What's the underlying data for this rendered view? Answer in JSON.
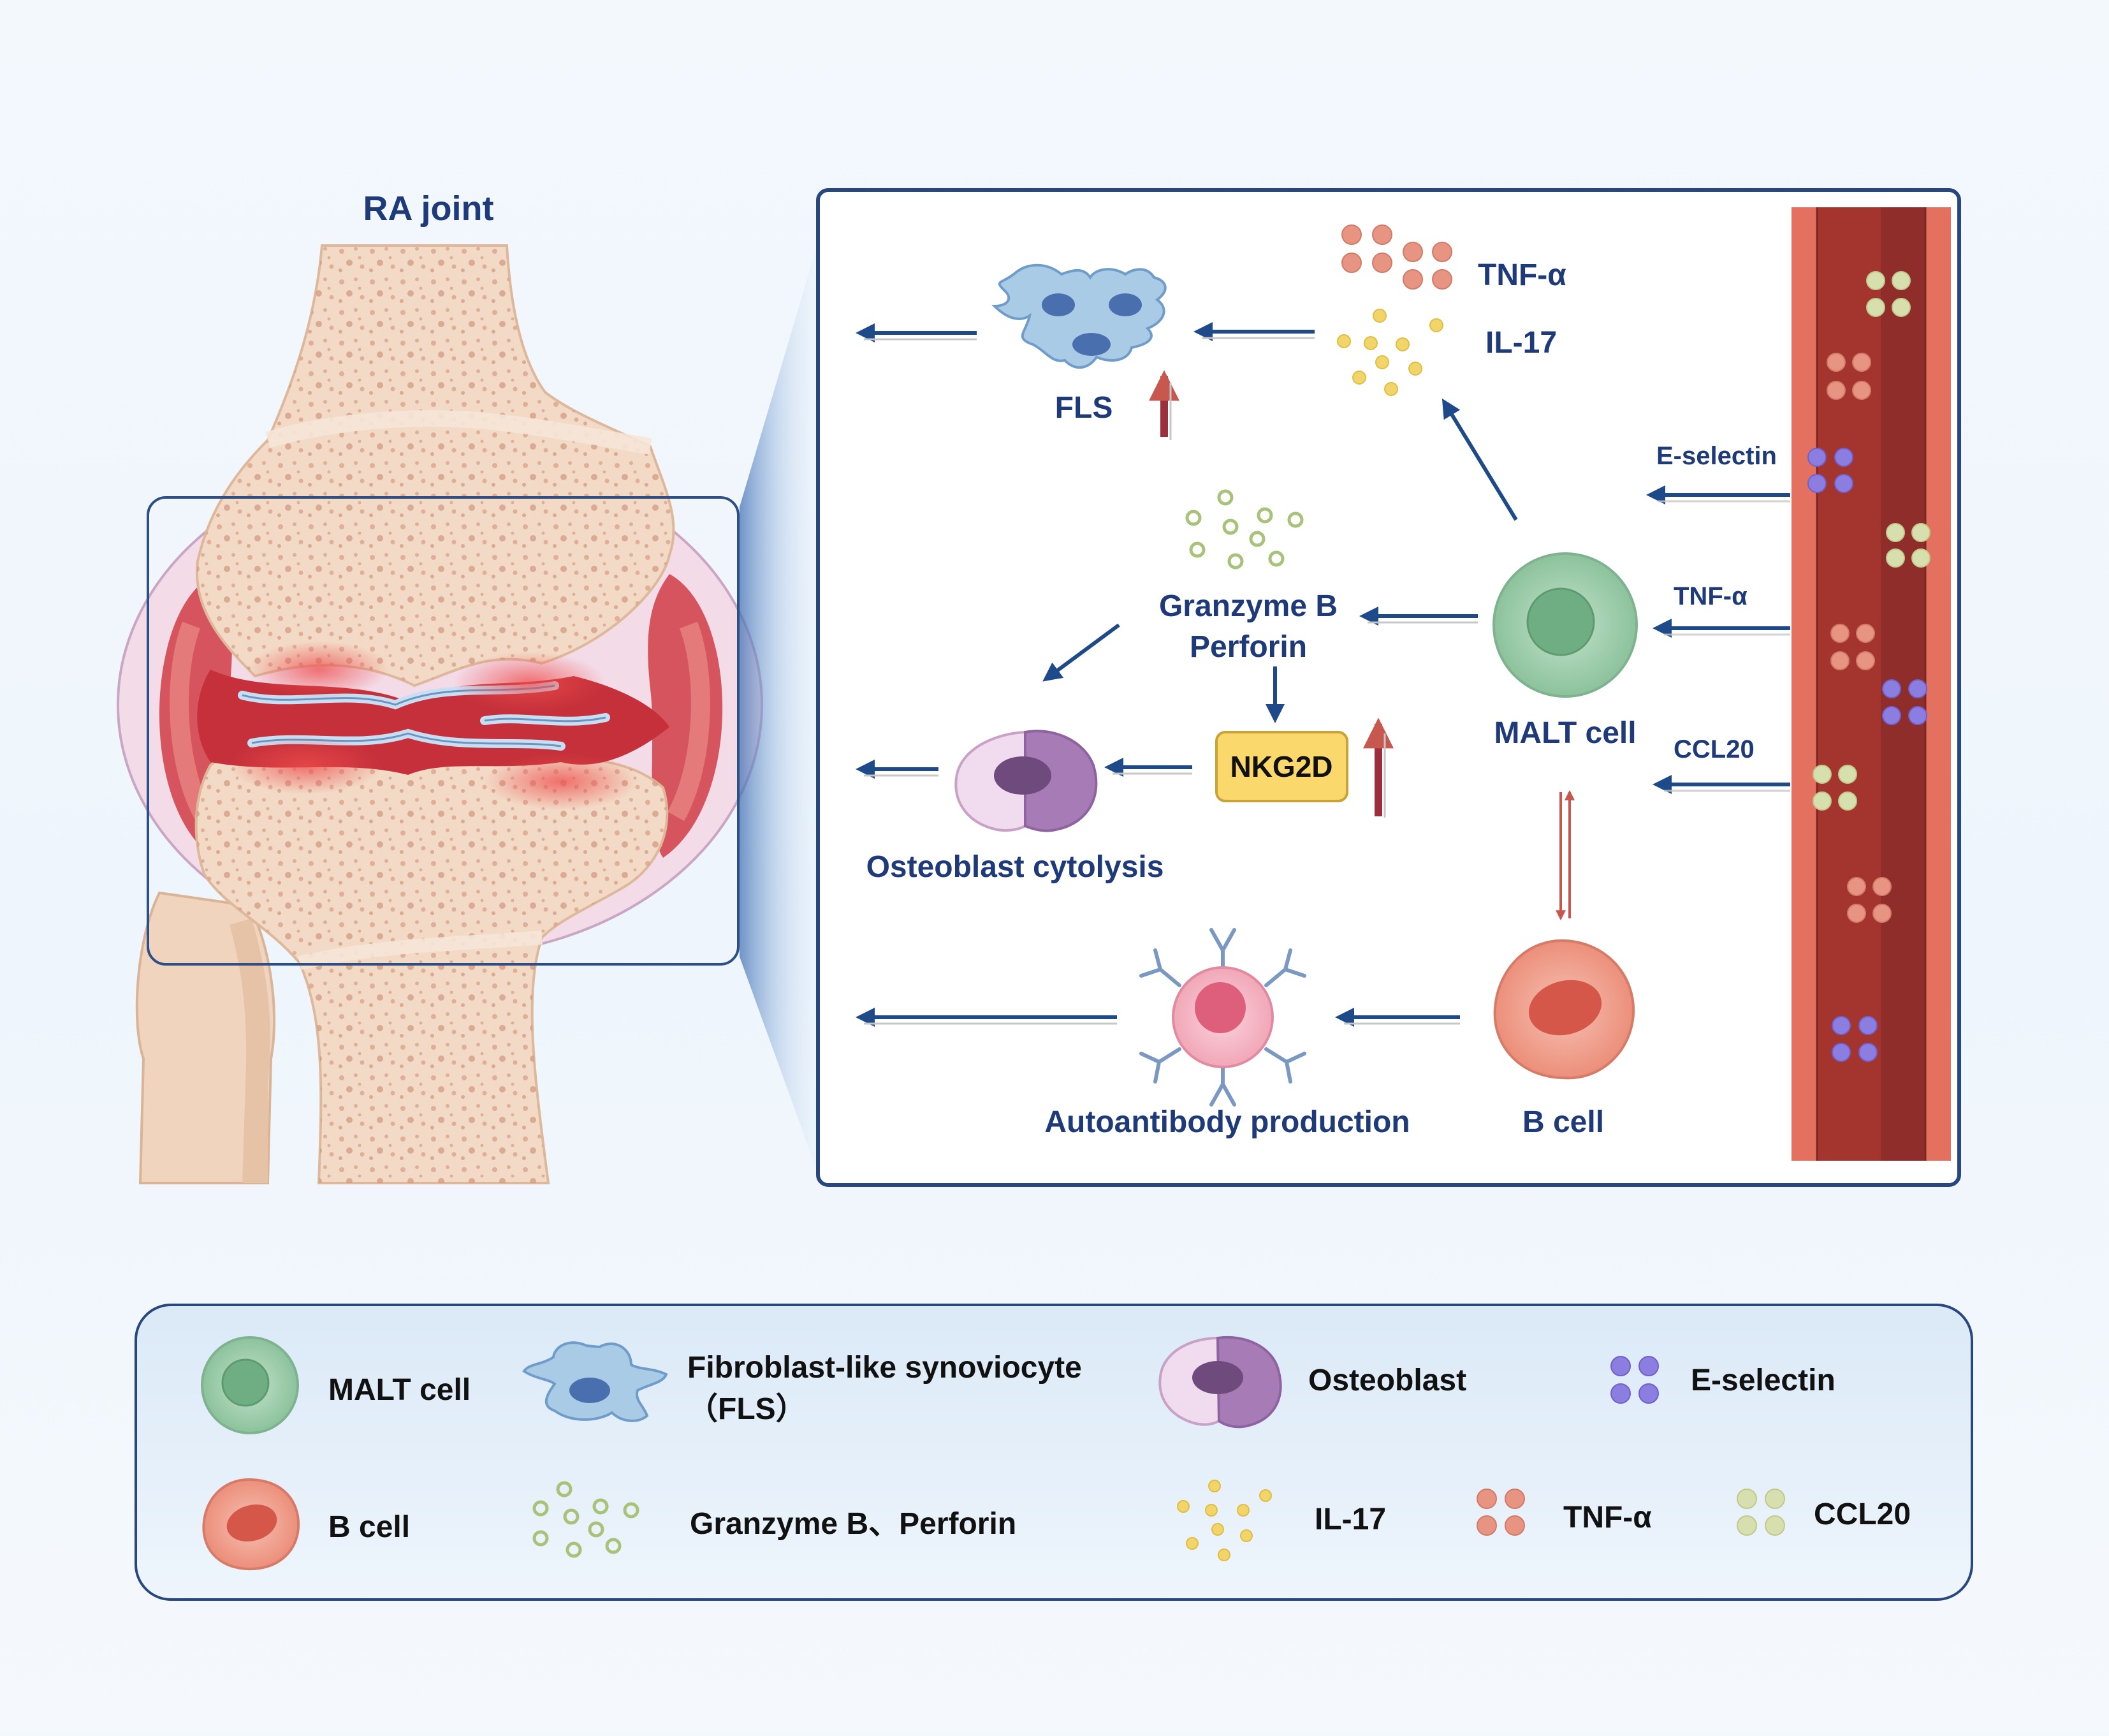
{
  "figure": {
    "joint_title": "RA joint",
    "panel": {
      "tnf_label": "TNF-α",
      "il17_label": "IL-17",
      "fls_label": "FLS",
      "granzyme_label_line1": "Granzyme B",
      "granzyme_label_line2": "Perforin",
      "nkg2d_label": "NKG2D",
      "osteoblast_cytolysis_label": "Osteoblast cytolysis",
      "malt_cell_label": "MALT cell",
      "b_cell_label": "B cell",
      "autoantibody_label": "Autoantibody production",
      "vessel_labels": {
        "e_selectin": "E-selectin",
        "tnf": "TNF-α",
        "ccl20": "CCL20"
      }
    },
    "legend": {
      "malt_cell": "MALT cell",
      "fls_line1": "Fibroblast-like synoviocyte",
      "fls_line2": "（FLS）",
      "osteoblast": "Osteoblast",
      "e_selectin": "E-selectin",
      "b_cell": "B cell",
      "granzyme_perforin": "Granzyme B、Perforin",
      "il17": "IL-17",
      "tnf": "TNF-α",
      "ccl20": "CCL20"
    },
    "colors": {
      "arrow_navy": "#1f4a8a",
      "upregulation_red": "#9b2f3c",
      "tnf_dot": "#e89482",
      "il17_dot": "#f2d56a",
      "ccl20_dot": "#d8dfae",
      "e_selectin_dot": "#8b7ee0",
      "malt_cell": "#9fd0ad",
      "b_cell": "#f0a08c",
      "osteoblast": "#a77bb5",
      "fls": "#a9cbe6",
      "vessel_outer": "#e4705f",
      "vessel_inner": "#a4352e",
      "nkg2d_box": "#fbd86b"
    }
  }
}
